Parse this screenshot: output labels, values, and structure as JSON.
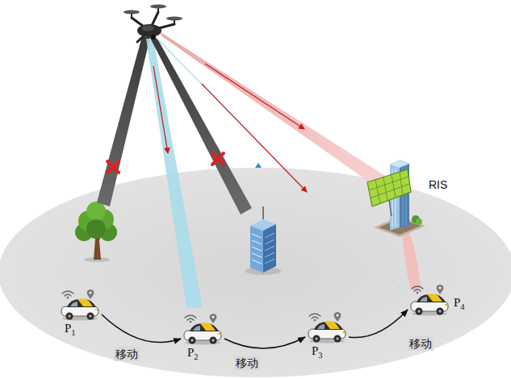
{
  "diagram": {
    "nodes": [
      {
        "text": [
          "RIS"
        ]
      },
      {
        "text": [
          "P1"
        ]
      },
      {
        "text": [
          "P2"
        ]
      },
      {
        "text": [
          "P3"
        ]
      },
      {
        "text": [
          "P4"
        ]
      }
    ],
    "edges": [
      {
        "from": 1,
        "to": 2,
        "arrow": "to",
        "label": "移动"
      },
      {
        "from": 2,
        "to": 3,
        "arrow": "to",
        "label": "移动"
      },
      {
        "from": 3,
        "to": 4,
        "arrow": "to",
        "label": "移动"
      }
    ]
  }
}
